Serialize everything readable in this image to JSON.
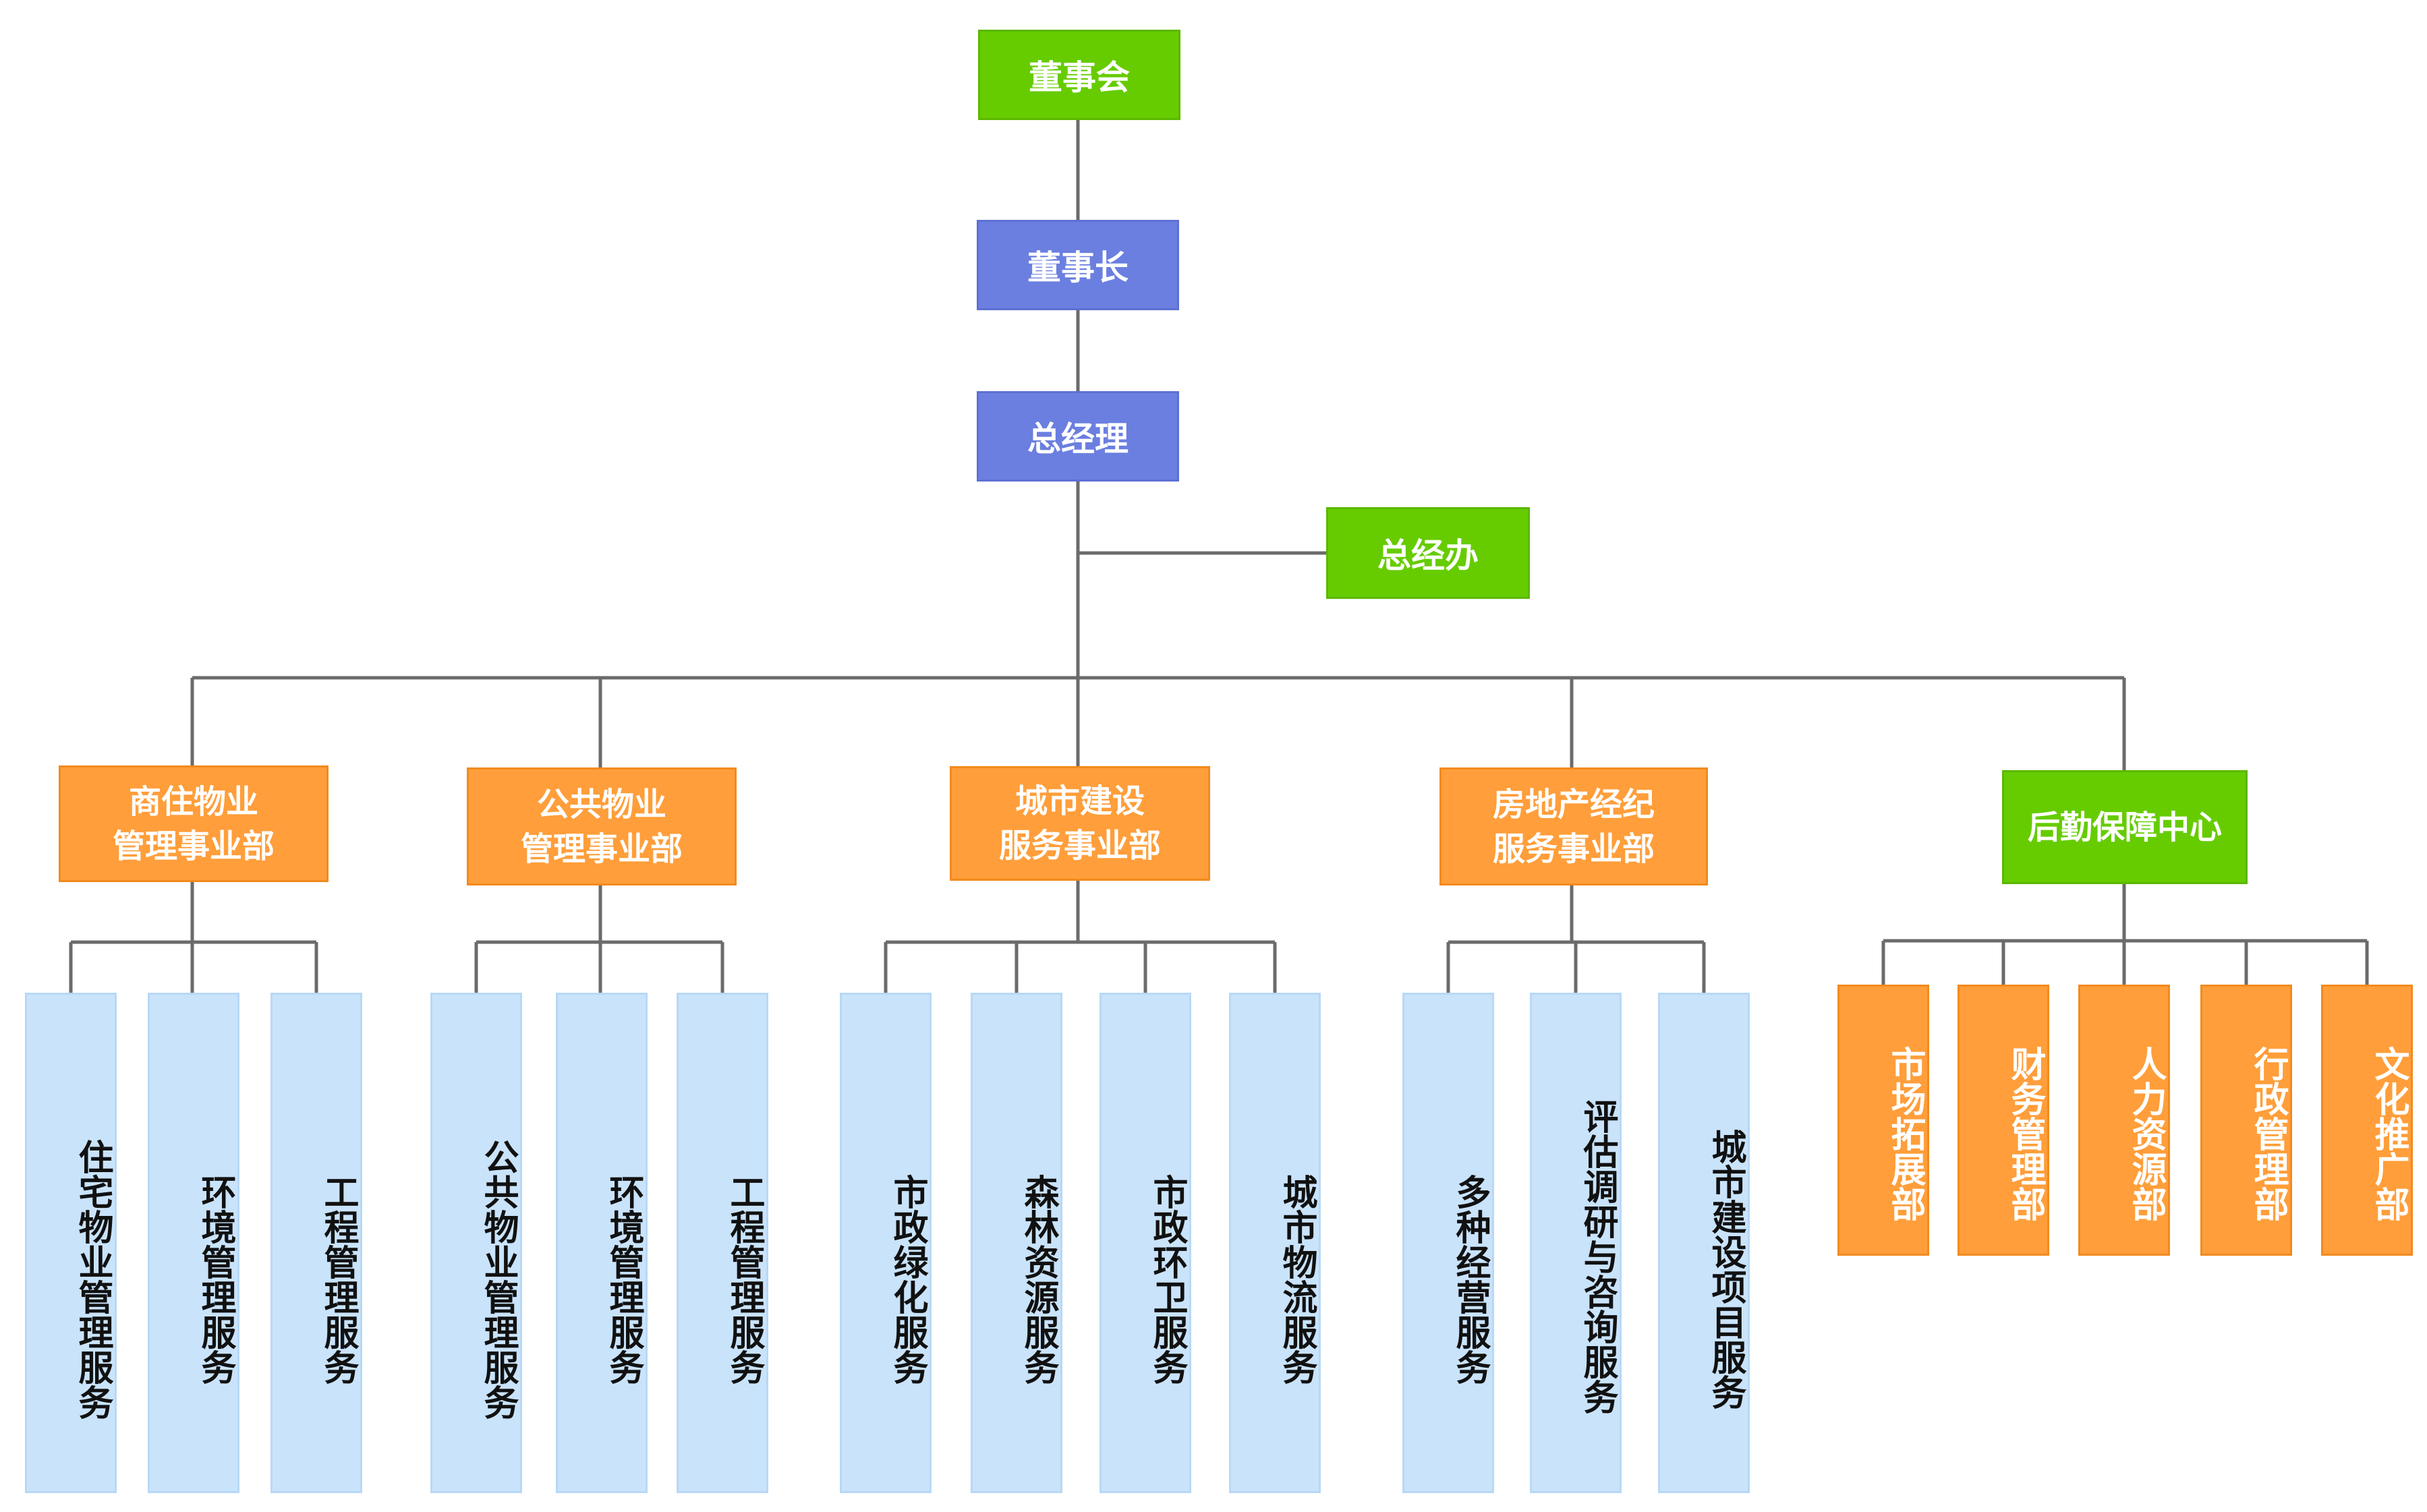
{
  "top": {
    "board": "董事会",
    "chairman": "董事长",
    "gm": "总经理",
    "office": "总经办"
  },
  "divisions": [
    {
      "label": "商住物业\n管理事业部",
      "children": [
        "住宅物业管理服务",
        "环境管理服务",
        "工程管理服务"
      ]
    },
    {
      "label": "公共物业\n管理事业部",
      "children": [
        "公共物业管理服务",
        "环境管理服务",
        "工程管理服务"
      ]
    },
    {
      "label": "城市建设\n服务事业部",
      "children": [
        "市政绿化服务",
        "森林资源服务",
        "市政环卫服务",
        "城市物流服务"
      ]
    },
    {
      "label": "房地产经纪\n服务事业部",
      "children": [
        "多种经营服务",
        "评估调研与咨询服务",
        "城市建设项目服务"
      ]
    },
    {
      "label": "后勤保障中心",
      "children": [
        "市场拓展部",
        "财务管理部",
        "人力资源部",
        "行政管理部",
        "文化推广部"
      ]
    }
  ],
  "colors": {
    "green": "#66cc00",
    "blue": "#6b7fe0",
    "orange": "#ff9e3a",
    "light_blue": "#c9e3fb",
    "line": "#666666"
  }
}
